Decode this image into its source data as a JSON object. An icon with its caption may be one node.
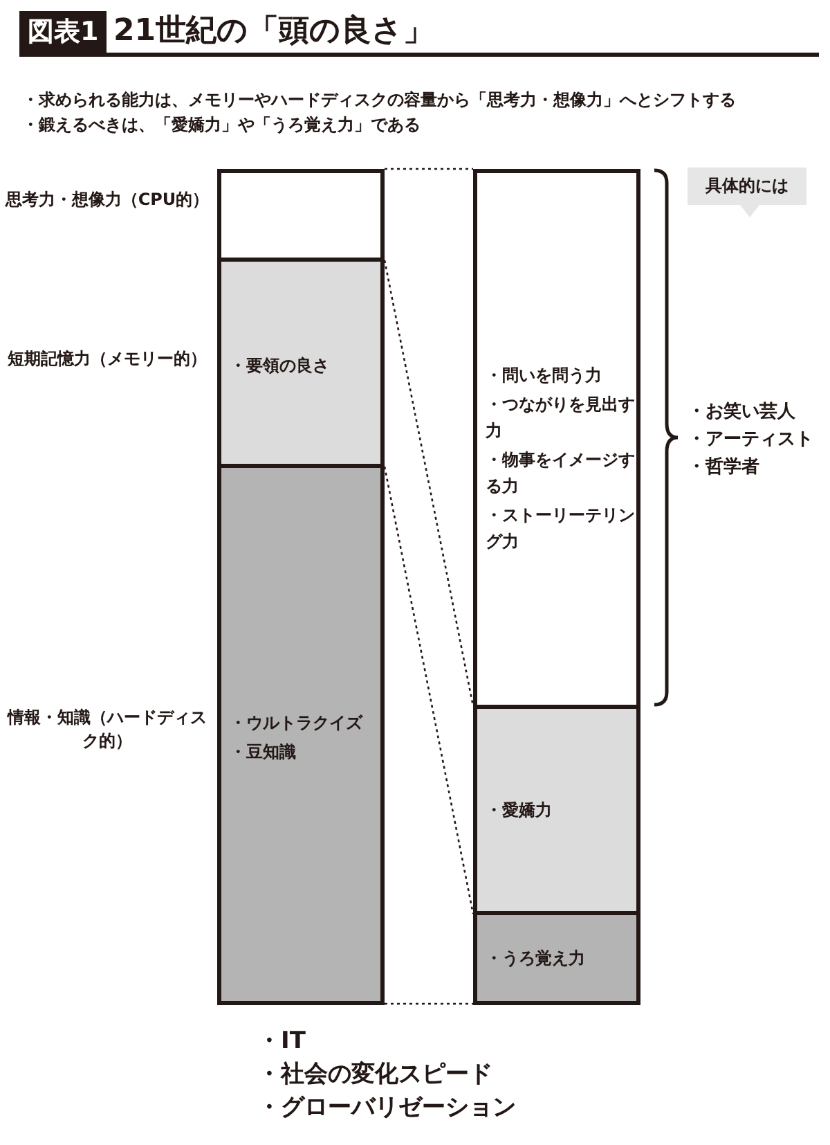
{
  "diagram": {
    "title": "21世紀の「頭の良さ」",
    "nodes": [
      {
        "text": [],
        "shape": "box",
        "beside": [
          "思考力・想像力（CPU的）"
        ]
      },
      {
        "text": [
          "・要領の良さ"
        ],
        "beside": [
          "短期記憶力（メモリー的）"
        ]
      },
      {
        "text": [
          "・ウルトラクイズ",
          "・豆知識"
        ],
        "beside": [
          "情報・知識（ハードディスク的）"
        ]
      },
      {
        "text": [
          "・問いを問う力",
          "・つながりを見出す力",
          "・物事をイメージする力",
          "・ストーリーテリング力"
        ]
      },
      {
        "text": [
          "・愛嬌力"
        ]
      },
      {
        "text": [
          "・うろ覚え力"
        ]
      },
      {
        "text": [
          "具体的には"
        ]
      }
    ],
    "edges": [
      {
        "from": 0,
        "to": 3,
        "arrow": "none",
        "style": "dashed"
      },
      {
        "from": 1,
        "to": 4,
        "arrow": "none",
        "style": "dashed"
      },
      {
        "from": 2,
        "to": 5,
        "arrow": "none",
        "style": "dashed"
      },
      {
        "from": 2,
        "to": 5,
        "arrow": "none",
        "style": "dashed"
      }
    ],
    "labels": [
      "図表1",
      "・求められる能力は、メモリーやハードディスクの容量から「思考力・想像力」へとシフトする",
      "・鍛えるべきは、「愛嬌力」や「うろ覚え力」である",
      "・お笑い芸人",
      "・アーティスト",
      "・哲学者",
      "・IT",
      "・社会の変化スピード",
      "・グローバリゼーション"
    ]
  }
}
